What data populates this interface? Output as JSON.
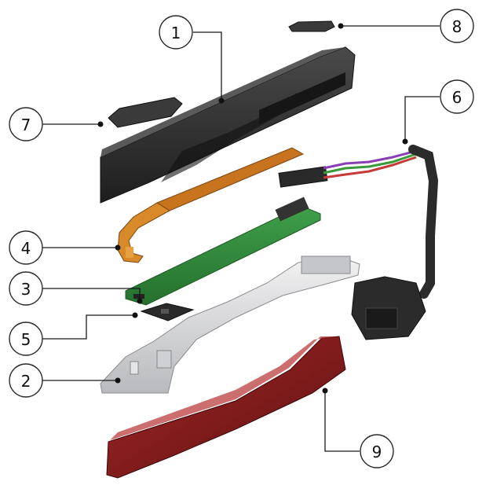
{
  "callouts": [
    {
      "id": "1",
      "label": "1",
      "part": "top-housing"
    },
    {
      "id": "2",
      "label": "2",
      "part": "base-carrier"
    },
    {
      "id": "3",
      "label": "3",
      "part": "circuit-board"
    },
    {
      "id": "4",
      "label": "4",
      "part": "flex-circuit"
    },
    {
      "id": "5",
      "label": "5",
      "part": "small-chip-pad"
    },
    {
      "id": "6",
      "label": "6",
      "part": "wire-harness"
    },
    {
      "id": "7",
      "label": "7",
      "part": "left-cap"
    },
    {
      "id": "8",
      "label": "8",
      "part": "top-cap"
    },
    {
      "id": "9",
      "label": "9",
      "part": "red-lens-cover"
    }
  ],
  "colors": {
    "housing": "#2b2b2b",
    "flex": "#c8741e",
    "pcb": "#2f8a3a",
    "carrier": "#d9dadc",
    "lens": "#8a1c1c",
    "harness": "#333333"
  }
}
